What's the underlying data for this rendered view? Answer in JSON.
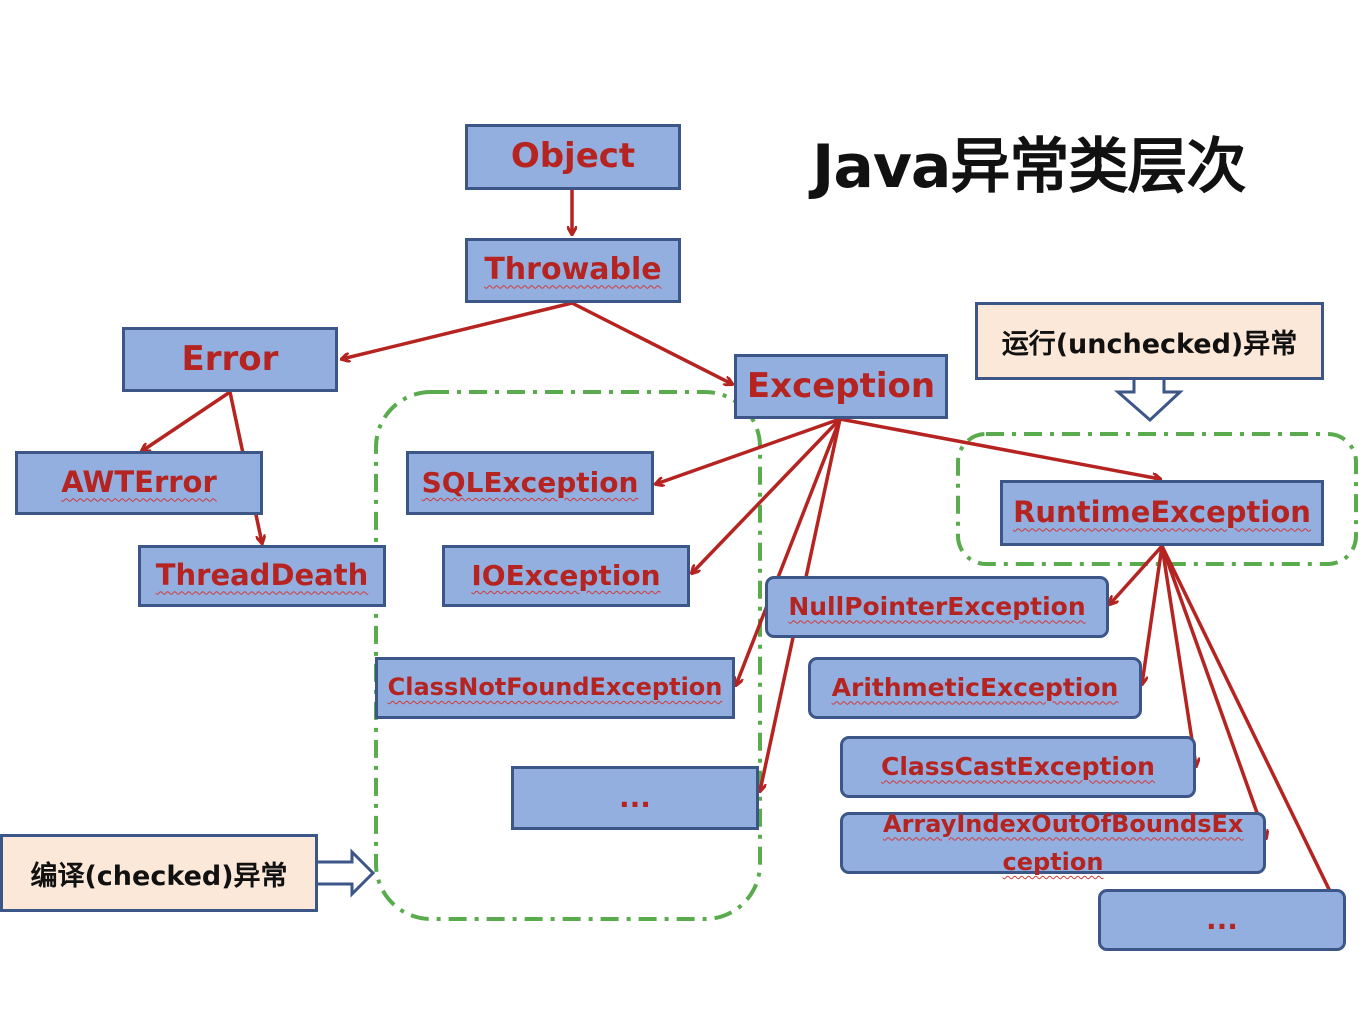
{
  "title": "Java异常类层次",
  "colors": {
    "box_fill": "#93afe0",
    "box_border": "#3d5688",
    "box_text": "#b52421",
    "arrow": "#b52421",
    "group_border": "#5aab4e",
    "callout_fill": "#fbe8d9"
  },
  "nodes": {
    "object": "Object",
    "throwable": "Throwable",
    "error": "Error",
    "exception": "Exception",
    "awterror": "AWTError",
    "threaddeath": "ThreadDeath",
    "sqlexception": "SQLException",
    "ioexception": "IOException",
    "classnotfound": "ClassNotFoundException",
    "checked_more": "...",
    "runtime": "RuntimeException",
    "nullpointer": "NullPointerException",
    "arithmetic": "ArithmeticException",
    "classcast": "ClassCastException",
    "arrayindex": "ArrayIndexOutOfBoundsEx ception",
    "runtime_more": "..."
  },
  "callouts": {
    "unchecked": "运行(unchecked)异常",
    "checked": "编译(checked)异常"
  }
}
